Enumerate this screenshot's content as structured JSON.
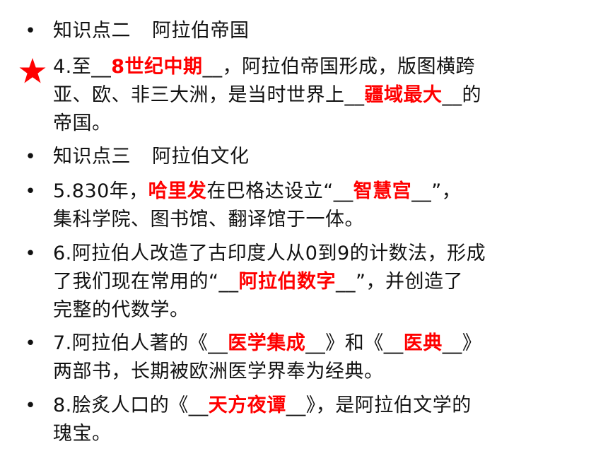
{
  "accent_red": "#ff0000",
  "icons": {
    "bullet": "bullet-dot",
    "star": "red-star-icon"
  },
  "k2": {
    "label": "知识点二",
    "title": "阿拉伯帝国"
  },
  "q4": {
    "l1_a": "4.至__",
    "l1_b": "8世纪中期",
    "l1_c": "__，阿拉伯帝国形成，版图横跨",
    "l2_a": "亚、欧、非三大洲，是当时世界上__",
    "l2_b": "疆域最大",
    "l2_c": "__的",
    "l3": "帝国。"
  },
  "k3": {
    "label": "知识点三",
    "title": "阿拉伯文化"
  },
  "q5": {
    "l1_a": "5.830年，",
    "l1_b": "哈里发",
    "l1_c": "在巴格达设立“__",
    "l1_d": "智慧宫",
    "l1_e": "__”，",
    "l2": "集科学院、图书馆、翻译馆于一体。"
  },
  "q6": {
    "l1": "6.阿拉伯人改造了古印度人从0到9的计数法，形成",
    "l2_a": "了我们现在常用的“__",
    "l2_b": "阿拉伯数字",
    "l2_c": "__”，并创造了",
    "l3": "完整的代数学。"
  },
  "q7": {
    "l1_a": "7.阿拉伯人著的《__",
    "l1_b": "医学集成",
    "l1_c": "__》和《__",
    "l1_d": "医典",
    "l1_e": "__》",
    "l2": "两部书，长期被欧洲医学界奉为经典。"
  },
  "q8": {
    "l1_a": "8.脍炙人口的《__",
    "l1_b": "天方夜谭",
    "l1_c": "__》，是阿拉伯文学的",
    "l2": "瑰宝。"
  }
}
